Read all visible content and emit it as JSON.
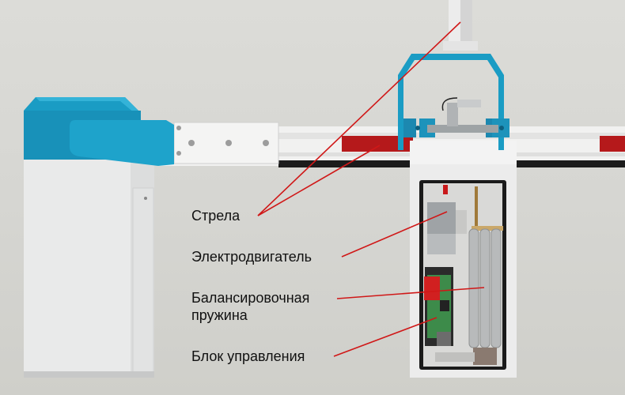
{
  "diagram": {
    "subject": "boom-barrier-mechanism",
    "colors": {
      "accent_blue": "#1a9cc4",
      "stripe_red": "#b5191b",
      "leader_line": "#d01818",
      "cabinet_white": "#e9eaea",
      "background": "#d8d8d4"
    },
    "labels": [
      {
        "id": "boom",
        "text": "Стрела"
      },
      {
        "id": "motor",
        "text": "Электродвигатель"
      },
      {
        "id": "spring",
        "text": "Балансировочная пружина",
        "line1": "Балансировочная",
        "line2": "пружина"
      },
      {
        "id": "control",
        "text": "Блок управления"
      }
    ]
  }
}
